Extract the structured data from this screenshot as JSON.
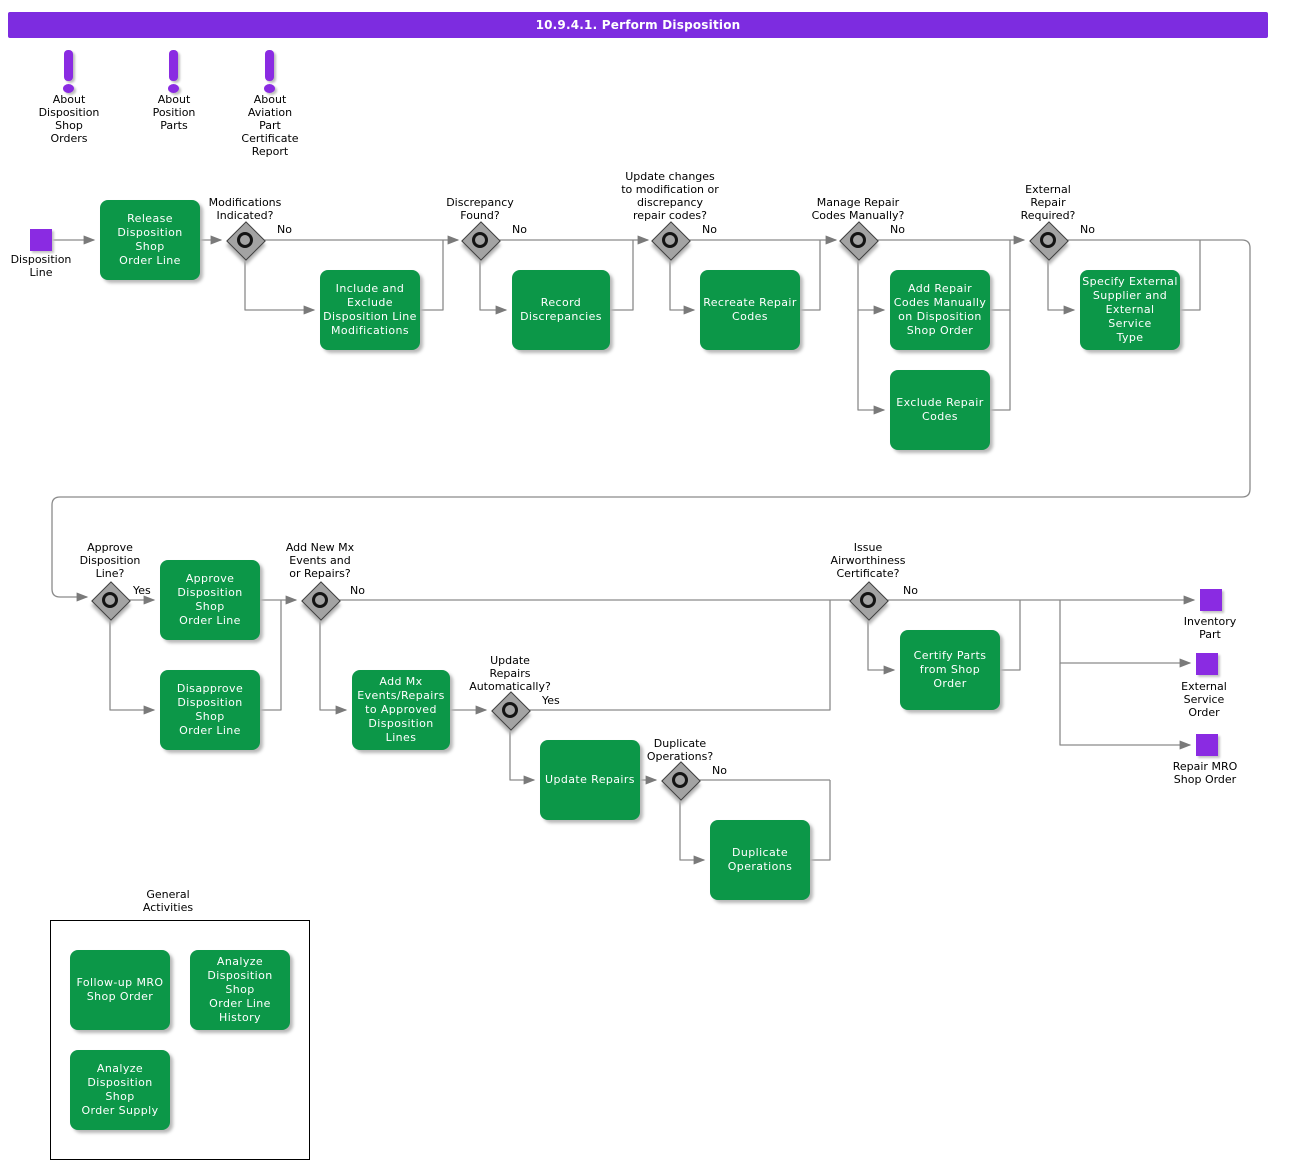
{
  "title": "10.9.4.1. Perform Disposition",
  "colors": {
    "purple": "#8a2be2",
    "titlebar": "#7d2ce0",
    "activity_green": "#0c9748",
    "line_gray": "#8a8a8a",
    "gateway_gray": "#a3a3a3"
  },
  "notes": [
    {
      "label": "About\nDisposition\nShop\nOrders"
    },
    {
      "label": "About\nPosition\nParts"
    },
    {
      "label": "About\nAviation\nPart\nCertificate\nReport"
    }
  ],
  "start": {
    "label": "Disposition\nLine"
  },
  "activities": {
    "release": {
      "label": "Release\nDisposition Shop\nOrder Line"
    },
    "include_exclude": {
      "label": "Include and\nExclude\nDisposition Line\nModifications"
    },
    "record": {
      "label": "Record\nDiscrepancies"
    },
    "recreate": {
      "label": "Recreate Repair\nCodes"
    },
    "add_codes": {
      "label": "Add Repair\nCodes Manually\non Disposition\nShop Order"
    },
    "exclude_codes": {
      "label": "Exclude Repair\nCodes"
    },
    "specify_external": {
      "label": "Specify External\nSupplier and\nExternal Service\nType"
    },
    "approve": {
      "label": "Approve\nDisposition Shop\nOrder Line"
    },
    "disapprove": {
      "label": "Disapprove\nDisposition Shop\nOrder Line"
    },
    "add_mx": {
      "label": "Add Mx\nEvents/Repairs\nto Approved\nDisposition Lines"
    },
    "update_repairs": {
      "label": "Update Repairs"
    },
    "duplicate_ops": {
      "label": "Duplicate\nOperations"
    },
    "certify": {
      "label": "Certify Parts\nfrom Shop\nOrder"
    }
  },
  "gateways": {
    "modifications": {
      "question": "Modifications\nIndicated?",
      "branch": "No"
    },
    "discrepancy": {
      "question": "Discrepancy\nFound?",
      "branch": "No"
    },
    "update_changes": {
      "question": "Update changes\nto modification or\ndiscrepancy\nrepair codes?",
      "branch": "No"
    },
    "manage_codes": {
      "question": "Manage Repair\nCodes Manually?",
      "branch": "No"
    },
    "external_repair": {
      "question": "External\nRepair\nRequired?",
      "branch": "No"
    },
    "approve_line": {
      "question": "Approve\nDisposition\nLine?",
      "branch": "Yes"
    },
    "add_new_mx": {
      "question": "Add New Mx\nEvents and\nor Repairs?",
      "branch": "No"
    },
    "update_auto": {
      "question": "Update\nRepairs\nAutomatically?",
      "branch": "Yes"
    },
    "duplicate_operations": {
      "question": "Duplicate\nOperations?",
      "branch": "No"
    },
    "issue_cert": {
      "question": "Issue\nAirworthiness\nCertificate?",
      "branch": "No"
    }
  },
  "ends": {
    "inventory": {
      "label": "Inventory\nPart"
    },
    "external_service": {
      "label": "External\nService\nOrder"
    },
    "repair_mro": {
      "label": "Repair MRO\nShop Order"
    }
  },
  "general": {
    "label": "General\nActivities",
    "items": [
      {
        "label": "Follow-up MRO\nShop Order"
      },
      {
        "label": "Analyze\nDisposition Shop\nOrder Line\nHistory"
      },
      {
        "label": "Analyze\nDisposition Shop\nOrder Supply"
      }
    ]
  }
}
